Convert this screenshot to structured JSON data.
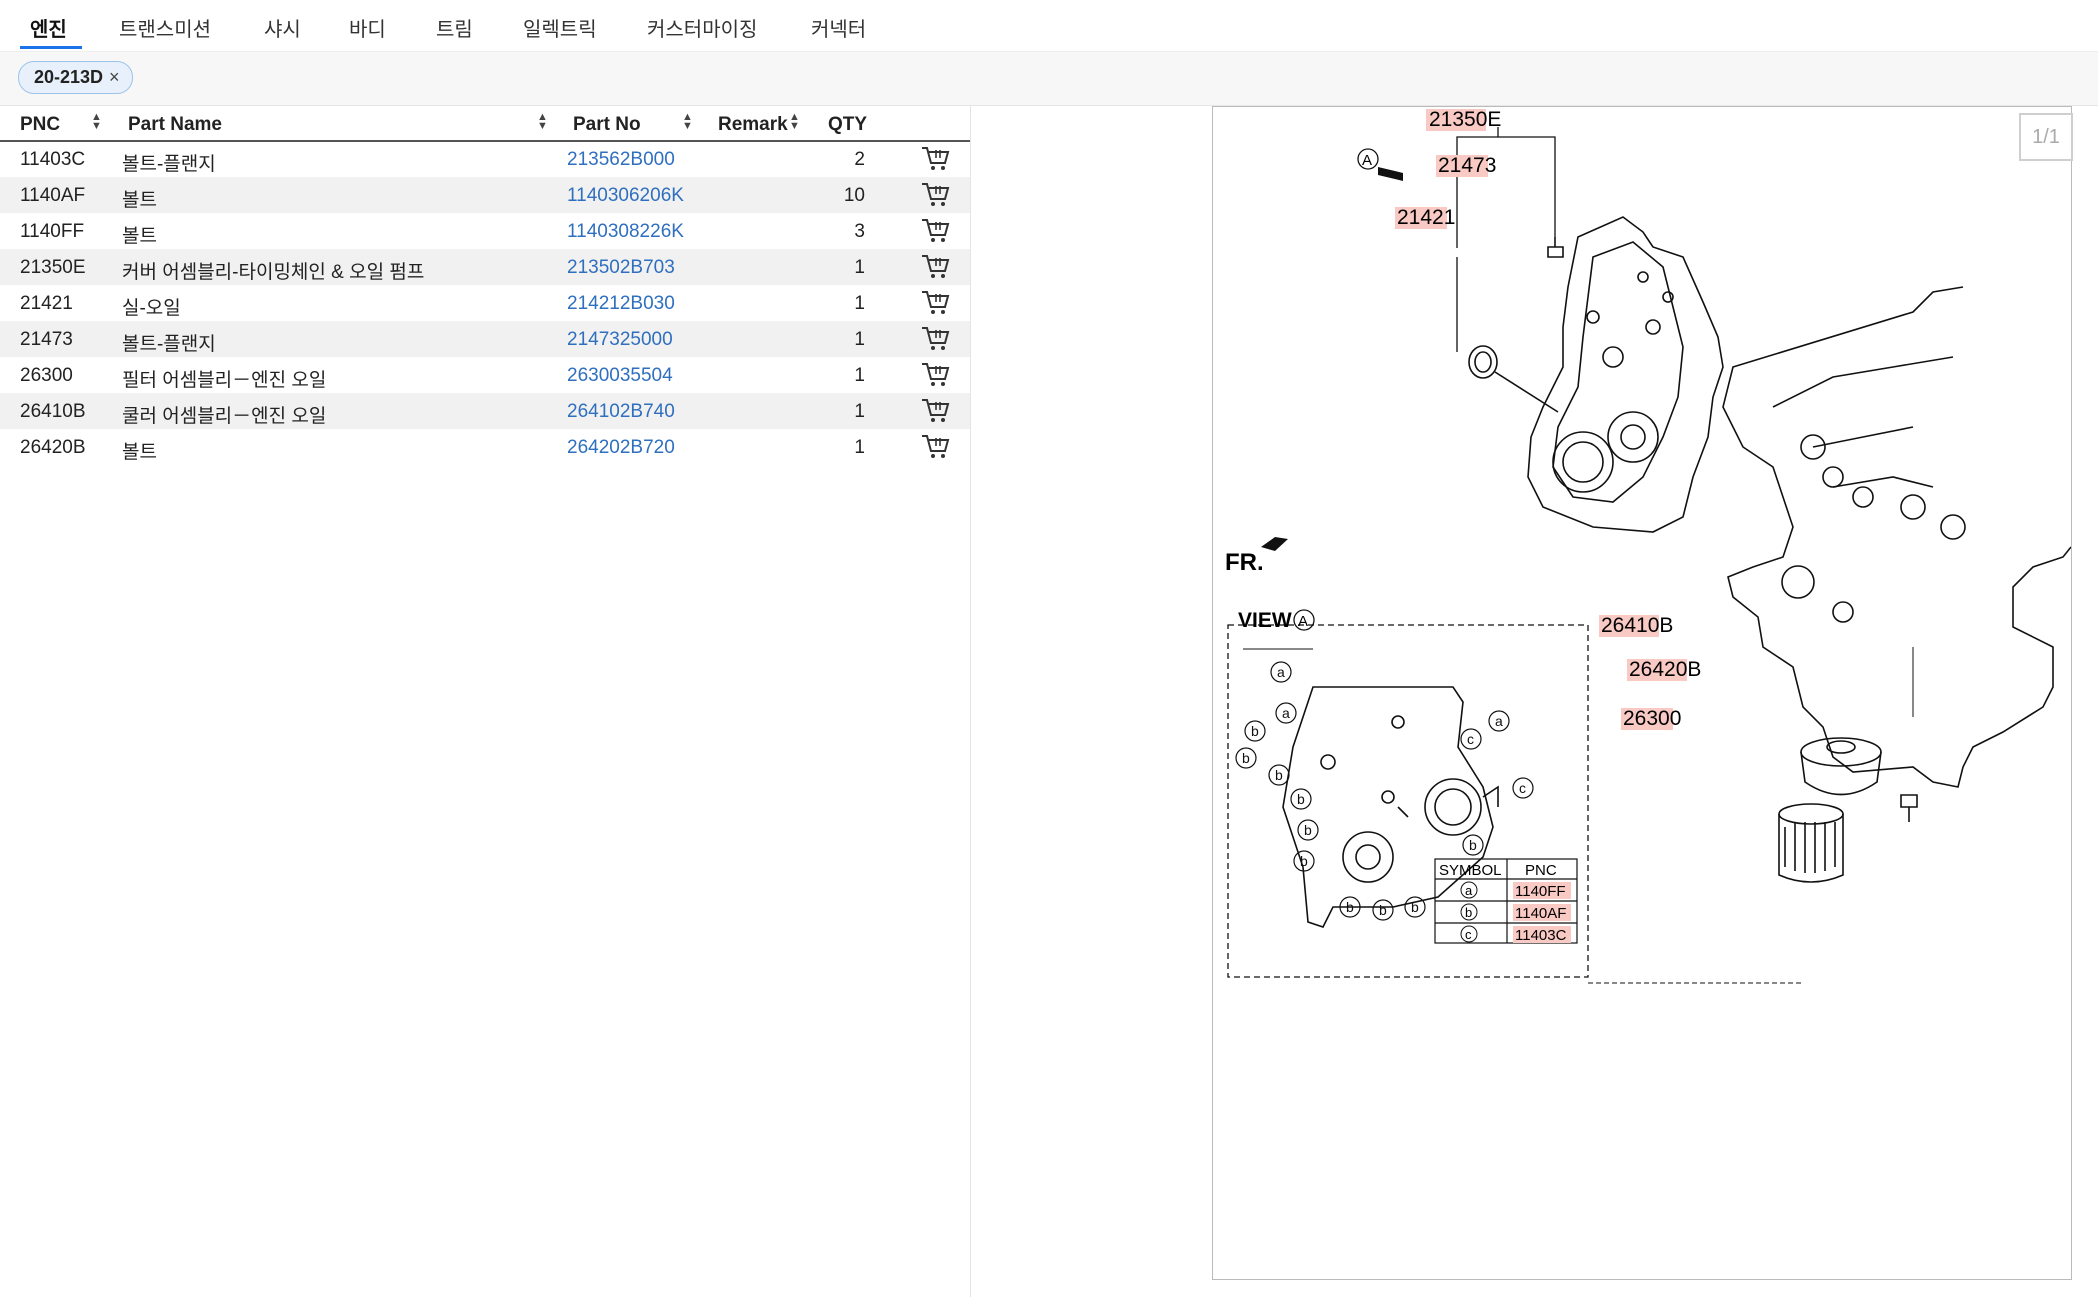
{
  "tabs": [
    "엔진",
    "트랜스미션",
    "샤시",
    "바디",
    "트림",
    "일렉트릭",
    "커스터마이징",
    "커넥터"
  ],
  "filter_chip": {
    "label": "20-213D",
    "remove": "×"
  },
  "table": {
    "headers": {
      "pnc": "PNC",
      "part_name": "Part Name",
      "part_no": "Part No",
      "remark": "Remark",
      "qty": "QTY"
    },
    "rows": [
      {
        "pnc": "11403C",
        "name": "볼트-플랜지",
        "part_no": "213562B000",
        "qty": "2"
      },
      {
        "pnc": "1140AF",
        "name": "볼트",
        "part_no": "1140306206K",
        "qty": "10"
      },
      {
        "pnc": "1140FF",
        "name": "볼트",
        "part_no": "1140308226K",
        "qty": "3"
      },
      {
        "pnc": "21350E",
        "name": "커버 어셈블리-타이밍체인 & 오일 펌프",
        "part_no": "213502B703",
        "qty": "1"
      },
      {
        "pnc": "21421",
        "name": "실-오일",
        "part_no": "214212B030",
        "qty": "1"
      },
      {
        "pnc": "21473",
        "name": "볼트-플랜지",
        "part_no": "2147325000",
        "qty": "1"
      },
      {
        "pnc": "26300",
        "name": "필터 어셈블리－엔진 오일",
        "part_no": "2630035504",
        "qty": "1"
      },
      {
        "pnc": "26410B",
        "name": "쿨러 어셈블리－엔진 오일",
        "part_no": "264102B740",
        "qty": "1"
      },
      {
        "pnc": "26420B",
        "name": "볼트",
        "part_no": "264202B720",
        "qty": "1"
      }
    ]
  },
  "diagram": {
    "pager": "1/1",
    "callouts": {
      "c21350E": "21350E",
      "c21473": "21473",
      "c21421": "21421",
      "c26410B": "26410B",
      "c26420B": "26420B",
      "c26300": "26300"
    },
    "view_marker": "A",
    "fr_label": "FR.",
    "view_title": "VIEW",
    "legend": {
      "headers": [
        "SYMBOL",
        "PNC"
      ],
      "rows": [
        {
          "symbol": "a",
          "pnc": "1140FF"
        },
        {
          "symbol": "b",
          "pnc": "1140AF"
        },
        {
          "symbol": "c",
          "pnc": "11403C"
        }
      ]
    },
    "symbols": {
      "a": "a",
      "b": "b",
      "c": "c"
    }
  },
  "colors": {
    "accent": "#1a73e8",
    "link": "#2f6fbf",
    "callout_bg": "#f9c9c3",
    "row_alt": "#f1f1f1"
  }
}
